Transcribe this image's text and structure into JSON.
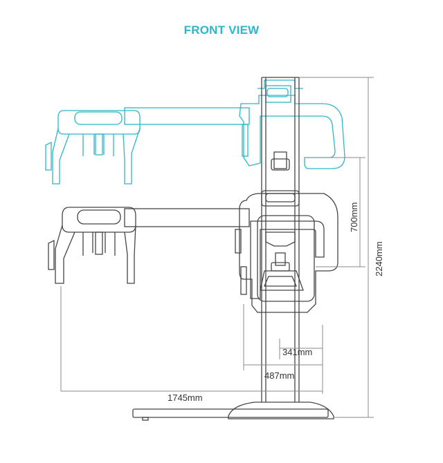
{
  "title": "FRONT VIEW",
  "colors": {
    "accent": "#2bb7c9",
    "line": "#444444",
    "dim": "#8a8a8a"
  },
  "dimensions": {
    "height_travel": "700mm",
    "total_height": "2240mm",
    "width_341": "341mm",
    "width_487": "487mm",
    "width_1745": "1745mm"
  }
}
